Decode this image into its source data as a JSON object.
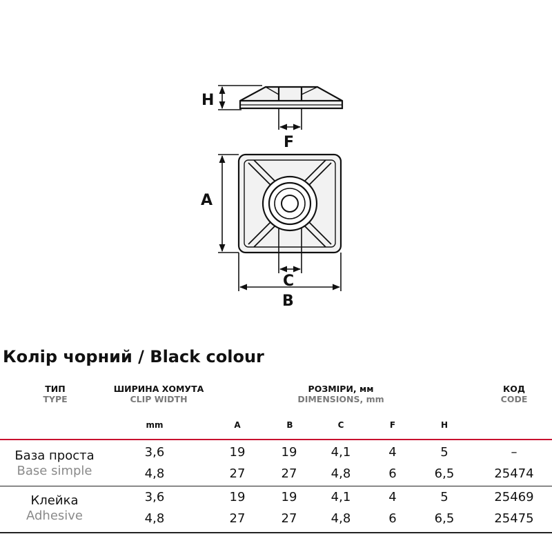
{
  "drawing": {
    "labels": {
      "H": "H",
      "F": "F",
      "A": "A",
      "C": "C",
      "B": "B"
    }
  },
  "title": "Колір чорний / Black colour",
  "table": {
    "headers": {
      "type": {
        "ua": "ТИП",
        "en": "TYPE"
      },
      "clip_width": {
        "ua": "ШИРИНА ХОМУТА",
        "en": "CLIP WIDTH"
      },
      "dimensions": {
        "ua": "РОЗМІРИ, мм",
        "en": "DIMENSIONS, mm"
      },
      "code": {
        "ua": "КОД",
        "en": "CODE"
      }
    },
    "subheaders": {
      "mm": "mm",
      "A": "A",
      "B": "B",
      "C": "C",
      "F": "F",
      "H": "H"
    },
    "groups": [
      {
        "name_ua": "База проста",
        "name_en": "Base simple",
        "rows": [
          {
            "clip": "3,6",
            "A": "19",
            "B": "19",
            "C": "4,1",
            "F": "4",
            "H": "5",
            "code": "–"
          },
          {
            "clip": "4,8",
            "A": "27",
            "B": "27",
            "C": "4,8",
            "F": "6",
            "H": "6,5",
            "code": "25474"
          }
        ]
      },
      {
        "name_ua": "Клейка",
        "name_en": "Adhesive",
        "rows": [
          {
            "clip": "3,6",
            "A": "19",
            "B": "19",
            "C": "4,1",
            "F": "4",
            "H": "5",
            "code": "25469"
          },
          {
            "clip": "4,8",
            "A": "27",
            "B": "27",
            "C": "4,8",
            "F": "6",
            "H": "6,5",
            "code": "25475"
          }
        ]
      }
    ],
    "colors": {
      "accent_rule": "#c8102e",
      "rule": "#222222",
      "secondary_text": "#8a8a8a"
    }
  }
}
